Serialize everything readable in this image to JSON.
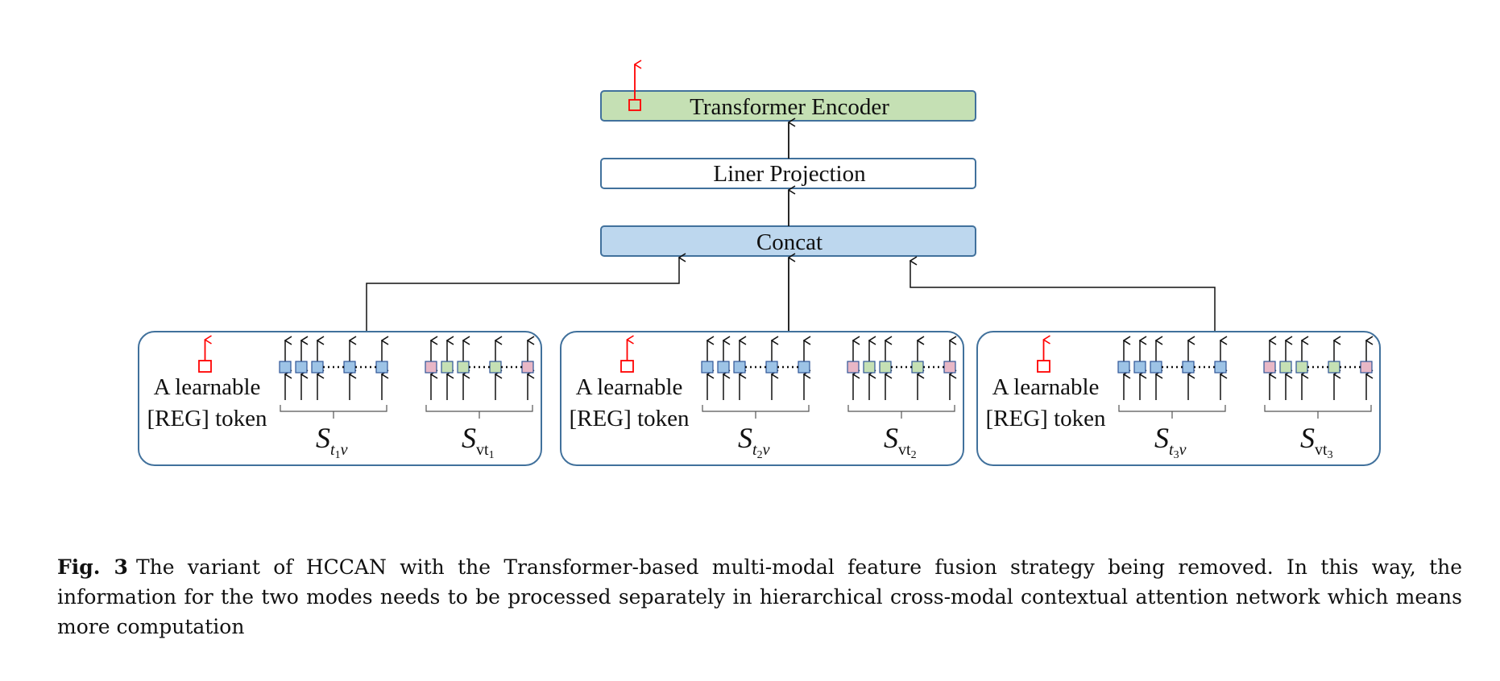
{
  "diagram": {
    "encoder_label": "Transformer Encoder",
    "projection_label": "Liner Projection",
    "concat_label": "Concat",
    "colors": {
      "encoder_fill": "#c5e0b4",
      "concat_fill": "#bdd7ee",
      "box_stroke": "#41719c",
      "reg_token": "#ff0000",
      "text_token": "#9dc3e6",
      "visual_token": "#c5e0b4",
      "pink_token": "#e8b7c6"
    },
    "panels": [
      {
        "reg_line1": "A learnable",
        "reg_line2": "[REG] token",
        "group1": {
          "base": "S",
          "sub1": "t",
          "sub2": "1",
          "sub3": "v"
        },
        "group2": {
          "base": "S",
          "sub1": "vt",
          "sub2": "1",
          "sub3": ""
        }
      },
      {
        "reg_line1": "A learnable",
        "reg_line2": "[REG] token",
        "group1": {
          "base": "S",
          "sub1": "t",
          "sub2": "2",
          "sub3": "v"
        },
        "group2": {
          "base": "S",
          "sub1": "vt",
          "sub2": "2",
          "sub3": ""
        }
      },
      {
        "reg_line1": "A learnable",
        "reg_line2": "[REG] token",
        "group1": {
          "base": "S",
          "sub1": "t",
          "sub2": "3",
          "sub3": "v"
        },
        "group2": {
          "base": "S",
          "sub1": "vt",
          "sub2": "3",
          "sub3": ""
        }
      }
    ]
  },
  "caption": {
    "label": "Fig. 3",
    "text": "The variant of HCCAN with the Transformer-based multi-modal feature fusion strategy being removed. In this way, the information for the two modes needs to be processed separately in hierarchical cross-modal contextual attention network which means more computation"
  }
}
